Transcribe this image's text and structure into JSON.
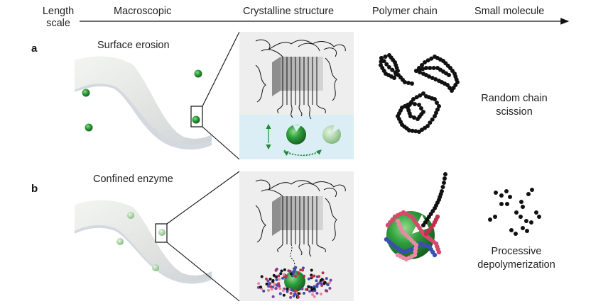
{
  "header": {
    "length_scale": "Length\nscale",
    "macroscopic": "Macroscopic",
    "crystalline": "Crystalline structure",
    "polymer_chain": "Polymer chain",
    "small_molecule": "Small molecule"
  },
  "panel_a": {
    "letter": "a",
    "title": "Surface erosion",
    "result": "Random chain\nscission"
  },
  "panel_b": {
    "letter": "b",
    "title": "Confined enzyme",
    "result": "Processive\ndepolymerization"
  },
  "colors": {
    "enzyme_green": "#2e9a3e",
    "film": "#e6eae6",
    "water_band": "#dbeef5",
    "crystal_bg": "#eeeeee"
  }
}
